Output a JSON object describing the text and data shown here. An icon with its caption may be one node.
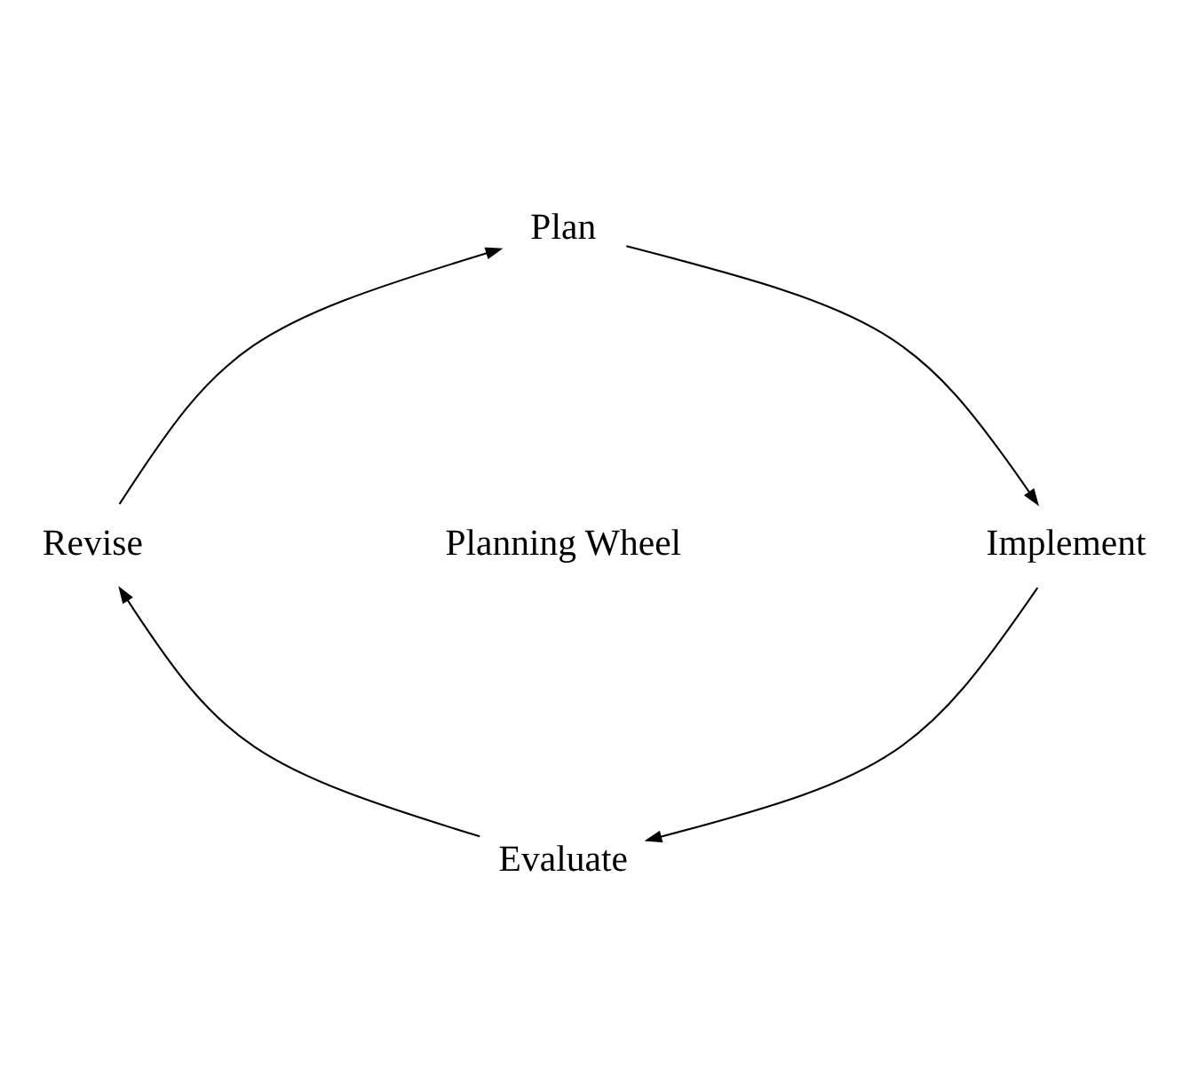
{
  "diagram": {
    "nodes": [
      {
        "text": [
          "Plan"
        ]
      },
      {
        "text": [
          "Revise"
        ]
      },
      {
        "text": [
          "Implement"
        ]
      },
      {
        "text": [
          "Evaluate"
        ]
      }
    ],
    "edges": [
      {
        "from": 0,
        "to": 2,
        "arrow": "to"
      },
      {
        "from": 2,
        "to": 3,
        "arrow": "to"
      },
      {
        "from": 3,
        "to": 1,
        "arrow": "to"
      },
      {
        "from": 1,
        "to": 0,
        "arrow": "to"
      }
    ],
    "labels": [
      "Planning Wheel"
    ]
  }
}
